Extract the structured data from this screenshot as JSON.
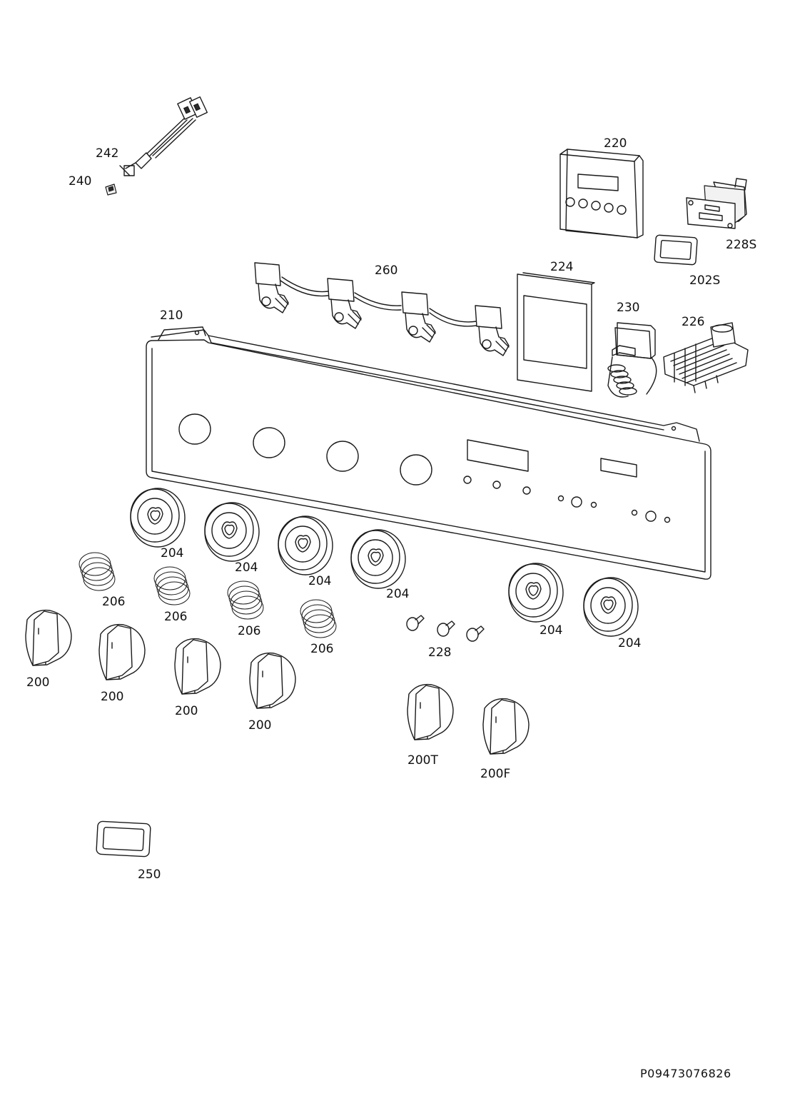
{
  "diagram": {
    "document_number": "P09473076826",
    "labels": {
      "p242": "242",
      "p240": "240",
      "p220": "220",
      "p228S": "228S",
      "p202S": "202S",
      "p260": "260",
      "p224": "224",
      "p230": "230",
      "p226": "226",
      "p210": "210",
      "p204a": "204",
      "p204b": "204",
      "p204c": "204",
      "p204d": "204",
      "p204e": "204",
      "p204f": "204",
      "p206a": "206",
      "p206b": "206",
      "p206c": "206",
      "p206d": "206",
      "p200a": "200",
      "p200b": "200",
      "p200c": "200",
      "p200d": "200",
      "p228": "228",
      "p200T": "200T",
      "p200F": "200F",
      "p250": "250"
    }
  }
}
